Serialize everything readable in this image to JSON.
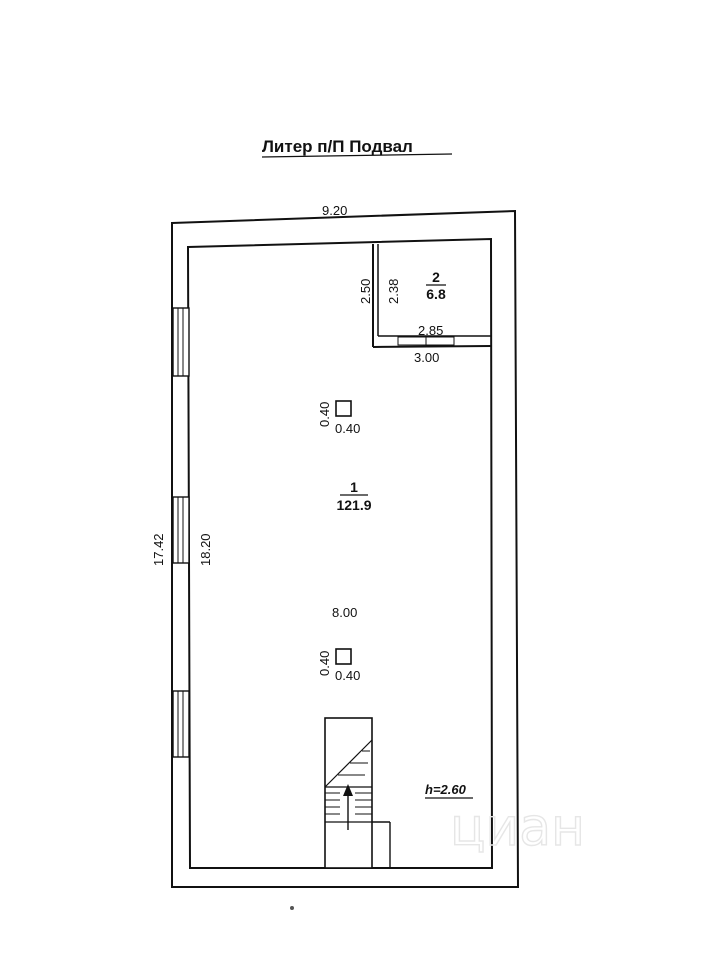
{
  "title": "Литер п/П  Подвал",
  "height_label": "h=2.60",
  "watermark": "циан",
  "dimensions": {
    "outer_width": "9.20",
    "outer_length": "17.42",
    "inner_length": "18.20",
    "inner_width": "8.00",
    "room2_outer_height": "2.50",
    "room2_inner_height": "2.38",
    "room2_inner_width": "2.85",
    "room2_outer_width": "3.00",
    "column1_w": "0.40",
    "column1_h": "0.40",
    "column2_w": "0.40",
    "column2_h": "0.40"
  },
  "rooms": [
    {
      "number": "1",
      "area": "121.9"
    },
    {
      "number": "2",
      "area": "6.8"
    }
  ]
}
